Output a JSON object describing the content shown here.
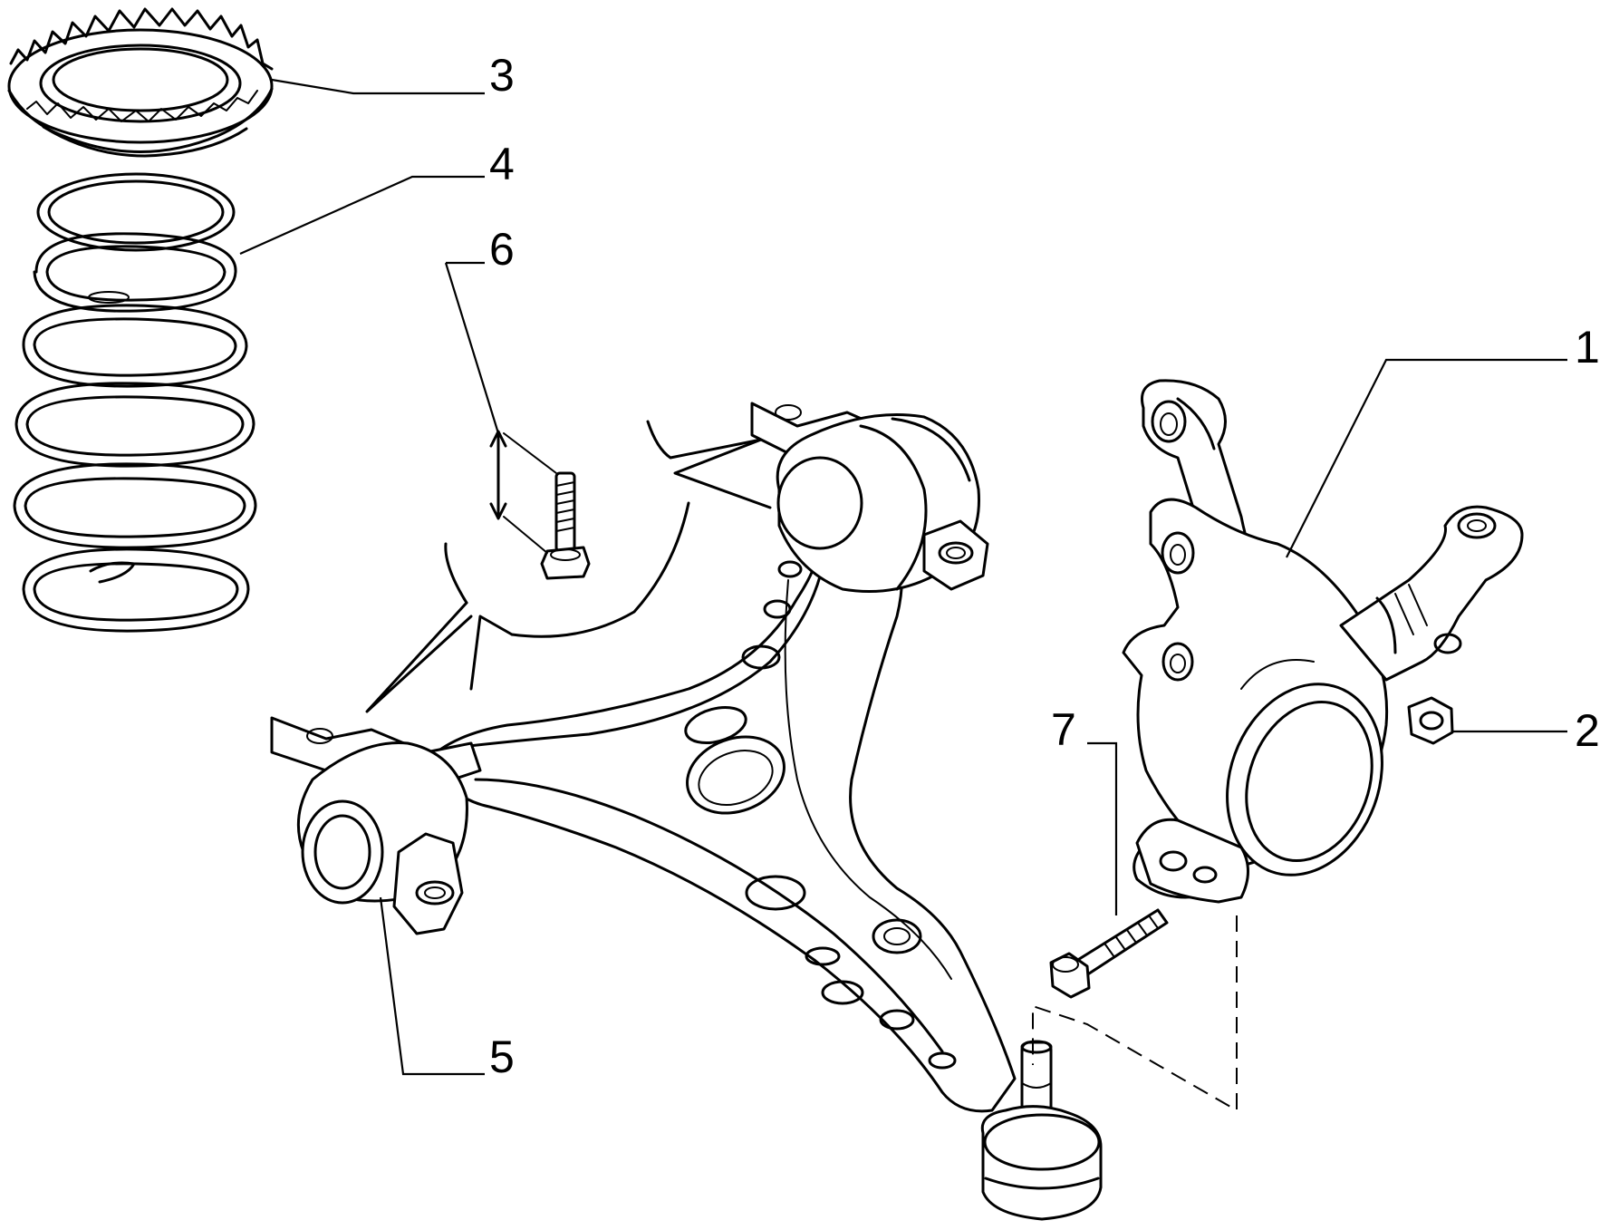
{
  "diagram": {
    "type": "exploded parts diagram",
    "callouts": [
      {
        "id": "1",
        "label": "1",
        "part": "steering-knuckle"
      },
      {
        "id": "2",
        "label": "2",
        "part": "nut"
      },
      {
        "id": "3",
        "label": "3",
        "part": "spring-seat"
      },
      {
        "id": "4",
        "label": "4",
        "part": "coil-spring"
      },
      {
        "id": "5",
        "label": "5",
        "part": "control-arm"
      },
      {
        "id": "6",
        "label": "6",
        "part": "bolt"
      },
      {
        "id": "7",
        "label": "7",
        "part": "bolt"
      }
    ]
  },
  "style": {
    "line_color": "#000000",
    "background": "#ffffff"
  }
}
